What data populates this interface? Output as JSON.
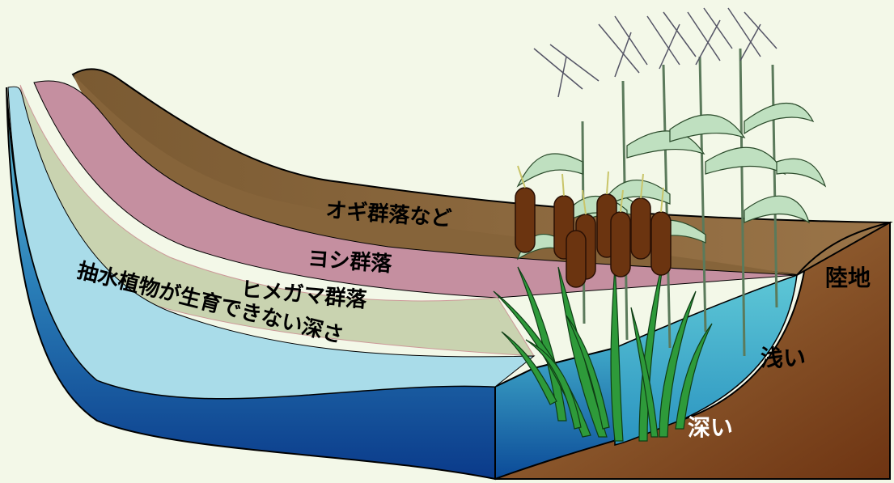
{
  "labels": {
    "ogi": "オギ群落など",
    "yoshi": "ヨシ群落",
    "himegama": "ヒメガマ群落",
    "no_emergent": "抽水植物が生育できない深さ",
    "land": "陸地",
    "shallow": "浅い",
    "deep": "深い"
  },
  "colors": {
    "background": "#f3f8e8",
    "soil": "#8b5a2b",
    "ogi_zone": "#8a6840",
    "yoshi_zone": "#c58fa0",
    "himegama_zone": "#c9d3b0",
    "no_emergent_zone": "#a9dce9",
    "water_light": "#5bb8cf",
    "water_dark": "#0a3a8a",
    "cattail_head": "#6b3410",
    "cattail_leaf": "#2e9a3a",
    "reed": "#bfe0c0"
  },
  "icons": [
    "cattail-icon",
    "reed-icon"
  ]
}
